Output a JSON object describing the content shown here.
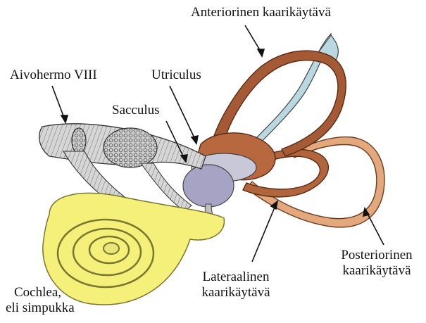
{
  "labels": {
    "anterior": "Anteriorinen kaarikäytävä",
    "nerve": "Aivohermo VIII",
    "utriculus": "Utriculus",
    "sacculus": "Sacculus",
    "posterior_line1": "Posteriorinen",
    "posterior_line2": "kaarikäytävä",
    "lateral_line1": "Lateraalinen",
    "lateral_line2": "kaarikäytävä",
    "cochlea_line1": "Cochlea,",
    "cochlea_line2": "eli simpukka"
  },
  "colors": {
    "canal_outer": "#a35a35",
    "canal_inner": "#c97a55",
    "posterior_light": "#e3a97c",
    "cochlea": "#f4f07a",
    "cochlea_edge": "#7a7630",
    "nerve": "#cfcfcf",
    "utricle": "#c8c8d8",
    "saccule": "#a7a3c4",
    "ampulla_fin": "#b9d8e0"
  }
}
